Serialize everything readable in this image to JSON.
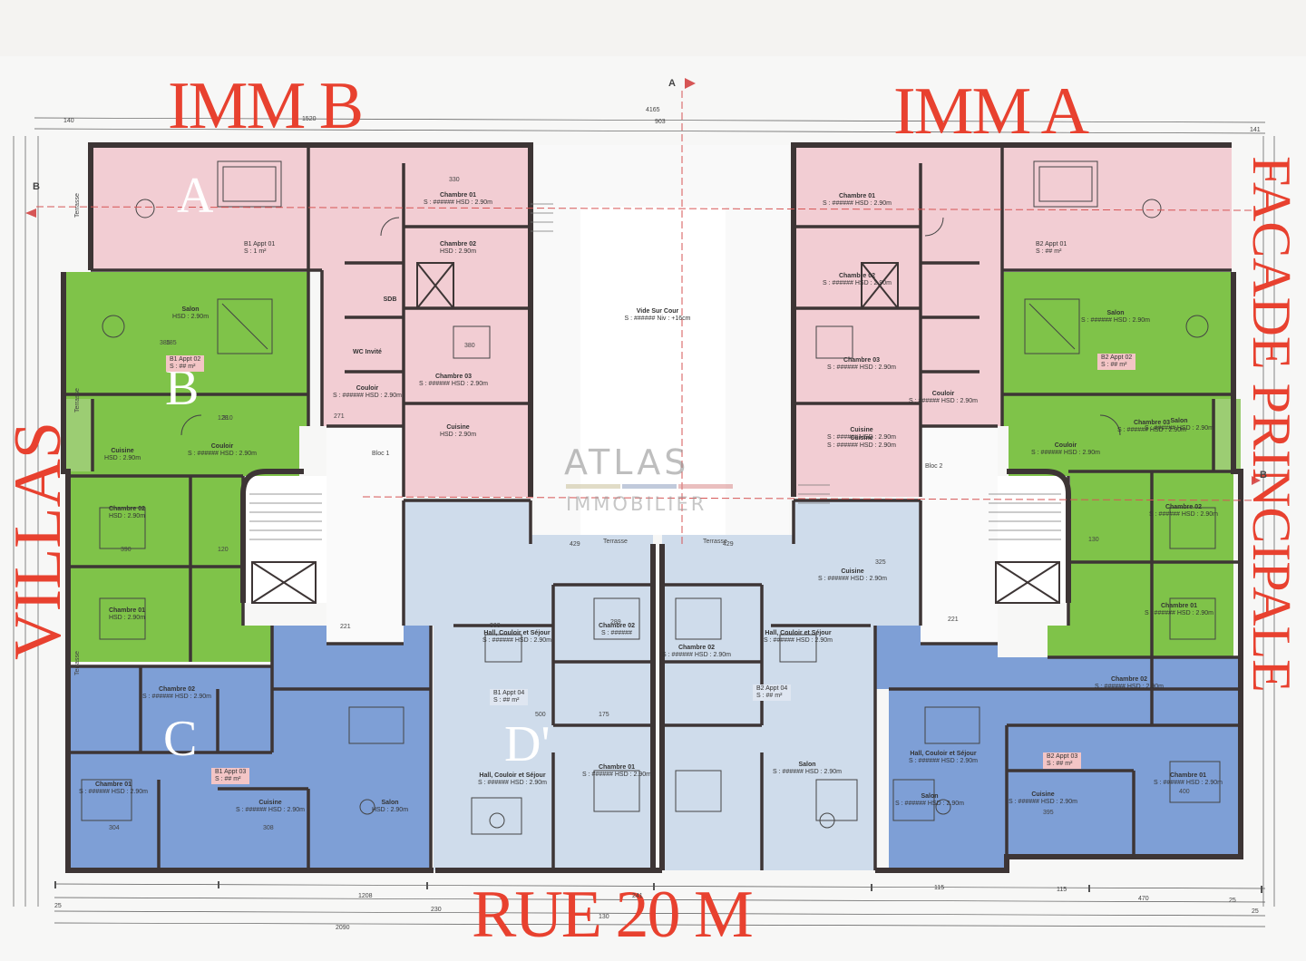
{
  "headings": {
    "imm_b": "IMM B",
    "imm_a": "IMM A",
    "street": "RUE 20 M",
    "left_side": "VILLAS",
    "right_side": "FACADE PRINCIPALE"
  },
  "zones": {
    "a": "A",
    "b": "B",
    "c": "C",
    "d": "D'"
  },
  "section_marks": {
    "top": "A",
    "left": "B",
    "right": "B"
  },
  "watermark": {
    "line1": "ATLAS",
    "line2": "IMMOBILIER",
    "bar_colors": [
      "#c9c09a",
      "#8fa0bf",
      "#d98b8b"
    ]
  },
  "colors": {
    "pink": "#f2cdd3",
    "green": "#7fc349",
    "blue": "#7e9fd6",
    "light_blue": "#cfdceb",
    "wall": "#3d3535",
    "label_red": "#e8412f"
  },
  "rooms": [
    {
      "name": "Chambre 01",
      "detail": "S : ######  HSD : 2.90m"
    },
    {
      "name": "Chambre 02",
      "detail": "HSD : 2.90m"
    },
    {
      "name": "SDB",
      "detail": ""
    },
    {
      "name": "WC Invité",
      "detail": ""
    },
    {
      "name": "Chambre 03",
      "detail": "S : ######  HSD : 2.90m"
    },
    {
      "name": "Couloir",
      "detail": "S : ######  HSD : 2.90m"
    },
    {
      "name": "Cuisine",
      "detail": "HSD : 2.90m"
    },
    {
      "name": "Salon",
      "detail": "HSD : 2.90m"
    },
    {
      "name": "Cuisine",
      "detail": "HSD : 2.90m"
    },
    {
      "name": "Couloir",
      "detail": "S : ######  HSD : 2.90m"
    },
    {
      "name": "Chambre 02",
      "detail": "HSD : 2.90m"
    },
    {
      "name": "Chambre 01",
      "detail": "HSD : 2.90m"
    },
    {
      "name": "Vide Sur Cour",
      "detail": "S : ######  Niv : +16cm"
    },
    {
      "name": "Hall, Couloir et Séjour",
      "detail": "S : ######  HSD : 2.90m"
    },
    {
      "name": "Chambre 02",
      "detail": "S : ######  HSD : 2.90m"
    },
    {
      "name": "Cuisine",
      "detail": "S : ######  HSD : 2.90m"
    },
    {
      "name": "Salon",
      "detail": "HSD : 2.90m"
    },
    {
      "name": "Chambre 01",
      "detail": "S : ######  HSD : 2.90m"
    },
    {
      "name": "Chambre 02",
      "detail": "S : ######"
    },
    {
      "name": "Hall, Couloir et Séjour",
      "detail": "S : ######  HSD : 2.90m"
    },
    {
      "name": "Chambre 01",
      "detail": "S : ######  HSD : 2.90m"
    },
    {
      "name": "Cuisine",
      "detail": "S : ######  HSD : 2.90m"
    },
    {
      "name": "Salon",
      "detail": "S : ######  HSD : 2.90m"
    },
    {
      "name": "Chambre 01",
      "detail": "S : ######  HSD : 2.90m"
    },
    {
      "name": "Chambre 02",
      "detail": "S : ######  HSD : 2.90m"
    },
    {
      "name": "Chambre 03",
      "detail": "S : ######  HSD : 2.90m"
    },
    {
      "name": "Couloir",
      "detail": "S : ######  HSD : 2.90m"
    },
    {
      "name": "Cuisine",
      "detail": "S : ######  HSD : 2.90m"
    },
    {
      "name": "Salon",
      "detail": "S : ######  HSD : 2.90m"
    },
    {
      "name": "Couloir",
      "detail": "S : ######  HSD : 2.90m"
    },
    {
      "name": "Chambre 02",
      "detail": "S : ######  HSD : 2.90m"
    },
    {
      "name": "Chambre 01",
      "detail": "S : ######  HSD : 2.90m"
    },
    {
      "name": "Hall, Couloir et Séjour",
      "detail": "S : ######  HSD : 2.90m"
    },
    {
      "name": "Chambre 02",
      "detail": "S : ######  HSD : 2.90m"
    },
    {
      "name": "Cuisine",
      "detail": "S : ######  HSD : 2.90m"
    },
    {
      "name": "Chambre 01",
      "detail": "S : ######  HSD : 2.90m"
    },
    {
      "name": "Salon",
      "detail": "S : ######  HSD : 2.90m"
    },
    {
      "name": "Chambre 02",
      "detail": "S : ######  HSD : 2.90m"
    },
    {
      "name": "Hall, Couloir et Séjour",
      "detail": "S : ######  HSD : 2.90m"
    },
    {
      "name": "Salon",
      "detail": "S : ######  HSD : 2.90m"
    },
    {
      "name": "Cuisine",
      "detail": "S : ######  HSD : 2.90m"
    },
    {
      "name": "Chambre 03",
      "detail": "S : ######  HSD : 2.90m"
    }
  ],
  "apartments": [
    {
      "label": "B1 Appt 01",
      "area": "S : 1 m²"
    },
    {
      "label": "B1 Appt 02",
      "area": "S : ## m²"
    },
    {
      "label": "B1 Appt 03",
      "area": "S : ## m²"
    },
    {
      "label": "B1 Appt 04",
      "area": "S : ## m²"
    },
    {
      "label": "B2 Appt 04",
      "area": "S : ## m²"
    },
    {
      "label": "B2 Appt 01",
      "area": "S : ## m²"
    },
    {
      "label": "B2 Appt 02",
      "area": "S : ## m²"
    },
    {
      "label": "B2 Appt 03",
      "area": "S : ## m²"
    }
  ],
  "blocs": [
    "Bloc 1",
    "Bloc 2"
  ],
  "terraces": [
    "Terrasse",
    "Terrasse",
    "Terrasse",
    "Terrasse",
    "Terrasse"
  ],
  "dimensions": {
    "top": [
      "140",
      "1520",
      "4165",
      "903",
      "141"
    ],
    "bottom": [
      "1208",
      "241",
      "115",
      "25",
      "115",
      "470",
      "25",
      "130",
      "230",
      "2090",
      "25"
    ],
    "inner": [
      "330",
      "385",
      "380",
      "310",
      "271",
      "128",
      "390",
      "120",
      "130",
      "221",
      "221",
      "429",
      "429",
      "325",
      "289",
      "303",
      "500",
      "175",
      "304",
      "308",
      "395",
      "400",
      "185"
    ]
  }
}
